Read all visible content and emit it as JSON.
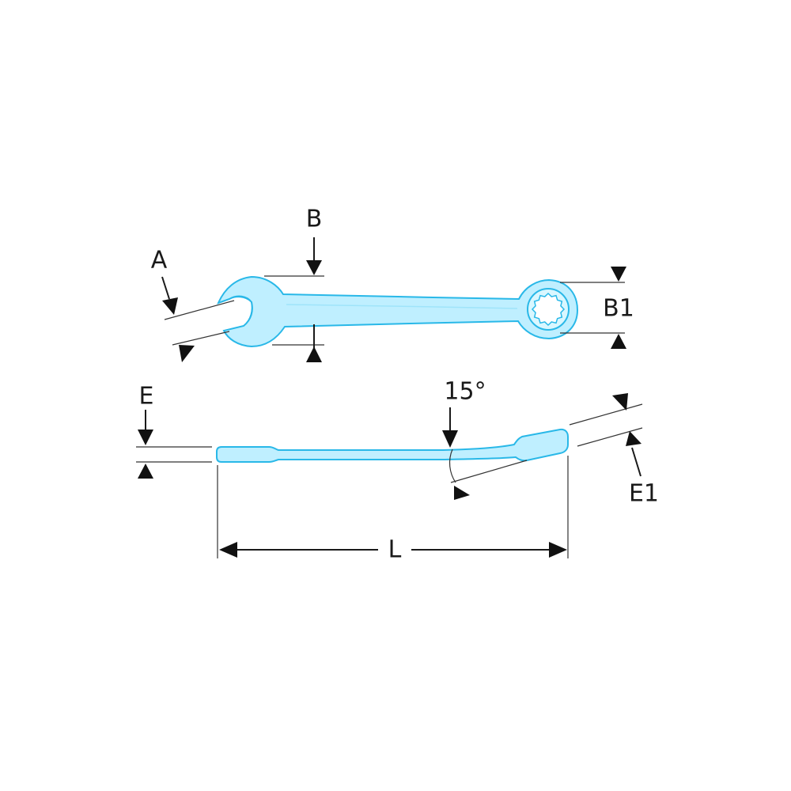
{
  "labels": {
    "a": "A",
    "b": "B",
    "b1": "B1",
    "e": "E",
    "e1": "E1",
    "angle": "15°",
    "l": "L"
  },
  "colors": {
    "tool_fill": "#bfefff",
    "tool_stroke": "#29b8e8",
    "ink": "#111111"
  }
}
